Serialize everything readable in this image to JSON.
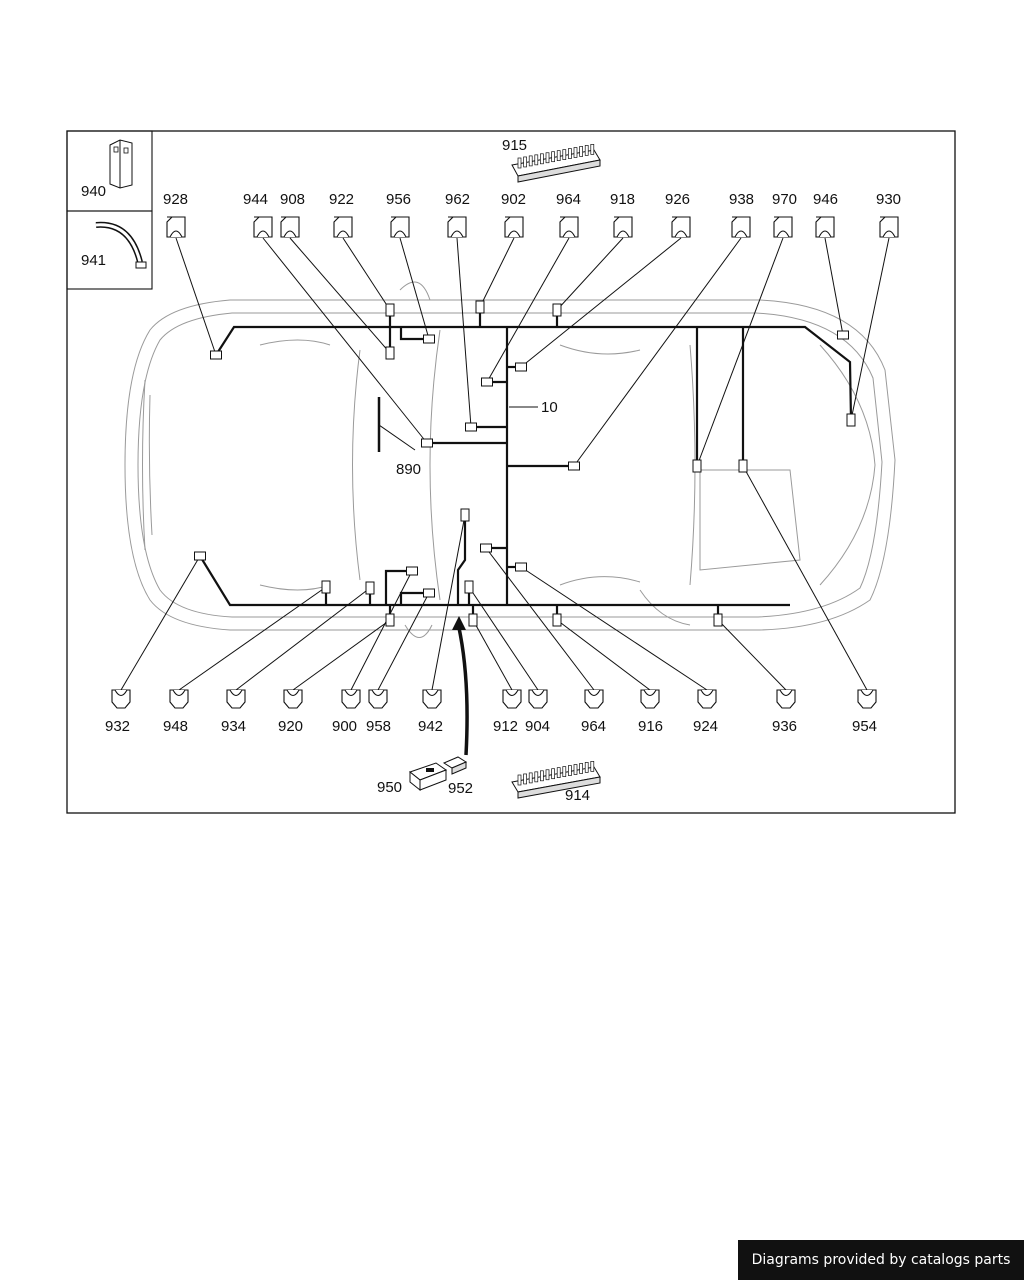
{
  "diagram": {
    "inset_labels": [
      "940",
      "941"
    ],
    "harness_label": "10",
    "ground_label": "890",
    "top_strip_label": "915",
    "bottom_strip_label": "914",
    "module_labels": [
      "950",
      "952"
    ],
    "top_connectors": [
      "928",
      "944",
      "908",
      "922",
      "956",
      "962",
      "902",
      "964",
      "918",
      "926",
      "938",
      "970",
      "946",
      "930"
    ],
    "bottom_connectors": [
      "932",
      "948",
      "934",
      "920",
      "900",
      "958",
      "942",
      "912",
      "904",
      "964",
      "916",
      "924",
      "936",
      "954"
    ]
  },
  "footer": {
    "text": "Diagrams provided by catalogs parts"
  }
}
